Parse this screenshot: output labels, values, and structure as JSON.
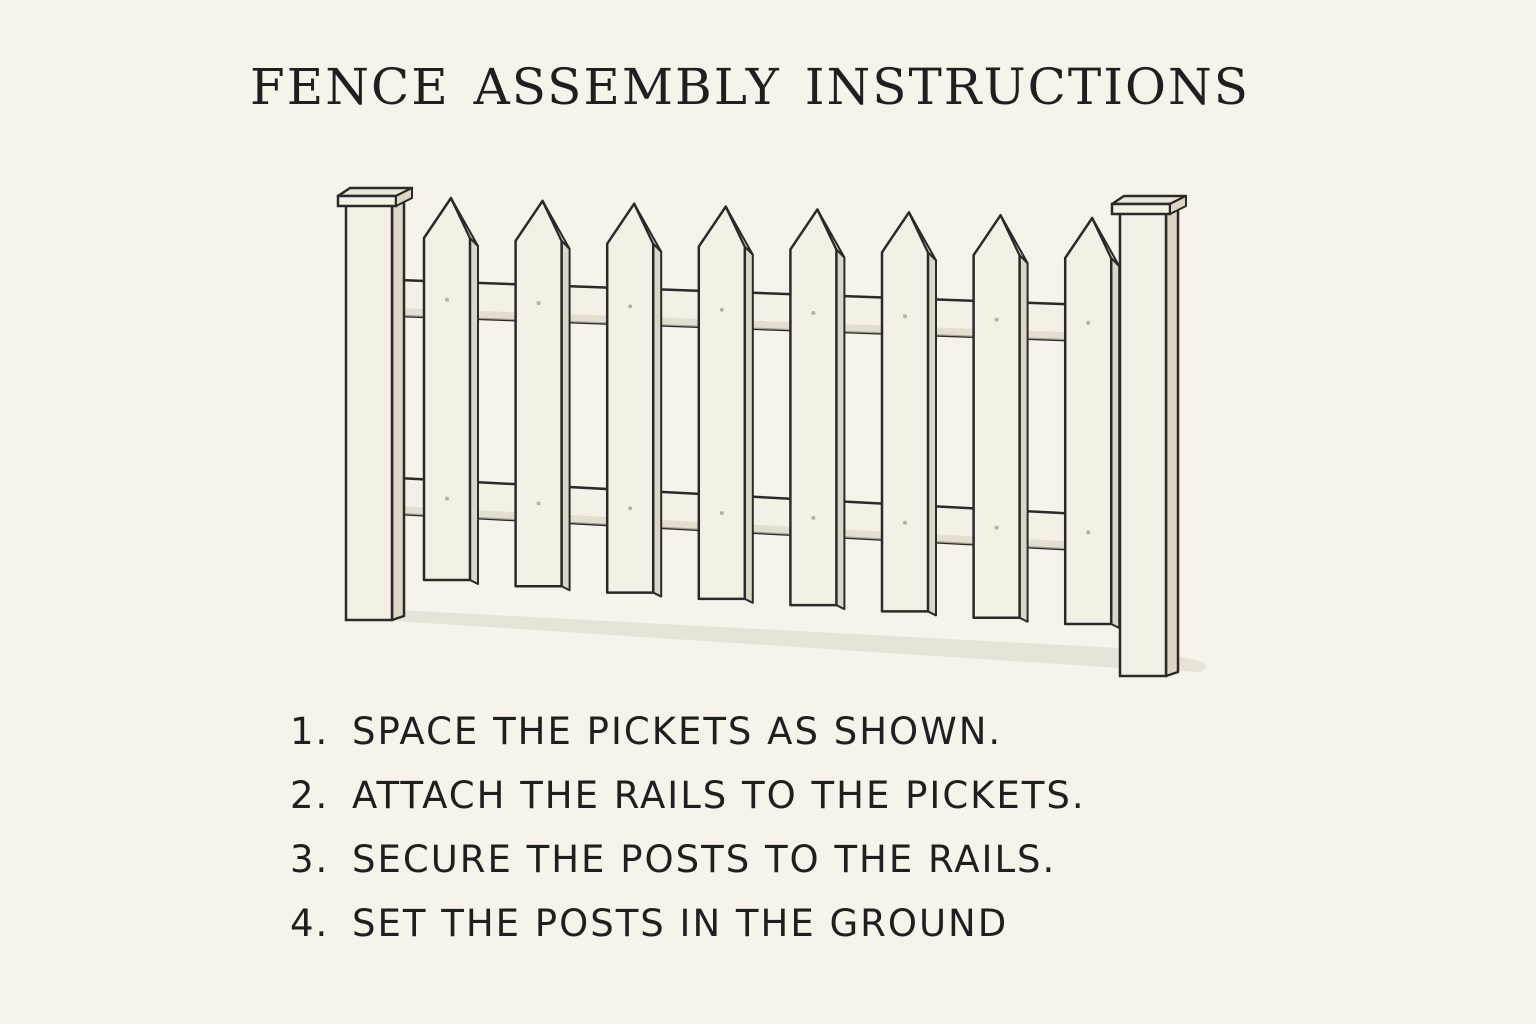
{
  "title": "FENCE ASSEMBLY INSTRUCTIONS",
  "diagram": {
    "picket_count": 8,
    "post_count": 2,
    "rail_count": 2,
    "colors": {
      "background": "#f7f3ea",
      "wood": "#f4f0e6",
      "wood_shade": "#ddd6c6",
      "outline": "#2a2a2a",
      "shadow": "#e6e1d6"
    }
  },
  "steps": [
    {
      "number": "1.",
      "text": "SPACE THE PICKETS AS SHOWN."
    },
    {
      "number": "2.",
      "text": "ATTACH THE RAILS TO THE PICKETS."
    },
    {
      "number": "3.",
      "text": "SECURE THE POSTS TO THE RAILS."
    },
    {
      "number": "4.",
      "text": "SET THE POSTS IN THE GROUND"
    }
  ]
}
